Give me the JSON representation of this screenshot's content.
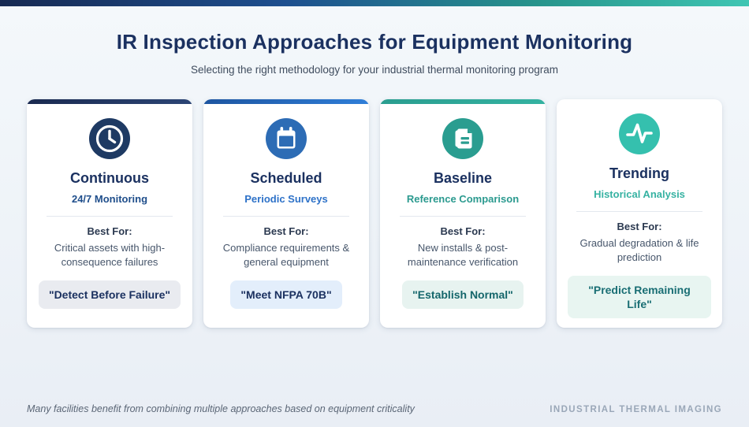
{
  "header": {
    "title": "IR Inspection Approaches for Equipment Monitoring",
    "subtitle": "Selecting the right methodology for your industrial thermal monitoring program"
  },
  "cards": [
    {
      "icon": "clock-icon",
      "title": "Continuous",
      "subtitle": "24/7 Monitoring",
      "best_for_label": "Best For:",
      "best_for": "Critical assets with high-consequence failures",
      "tagline": "\"Detect Before Failure\"",
      "colors": {
        "accent_from": "#1a2a50",
        "accent_to": "#2c4575",
        "icon_bg": "#1e3a63",
        "subtitle": "#1f4e8b",
        "tagline_bg": "#e9ebf0",
        "tagline_text": "#1b3160"
      }
    },
    {
      "icon": "calendar-icon",
      "title": "Scheduled",
      "subtitle": "Periodic Surveys",
      "best_for_label": "Best For:",
      "best_for": "Compliance requirements & general equipment",
      "tagline": "\"Meet NFPA 70B\"",
      "colors": {
        "accent_from": "#1d55a0",
        "accent_to": "#2f7ed8",
        "icon_bg": "#2d6cb5",
        "subtitle": "#2e72c8",
        "tagline_bg": "#e3eefb",
        "tagline_text": "#1b3160"
      }
    },
    {
      "icon": "document-icon",
      "title": "Baseline",
      "subtitle": "Reference Comparison",
      "best_for_label": "Best For:",
      "best_for": "New installs & post-maintenance verification",
      "tagline": "\"Establish Normal\"",
      "colors": {
        "accent_from": "#2a9d8f",
        "accent_to": "#34b2a1",
        "icon_bg": "#2a9d90",
        "subtitle": "#2b9a8f",
        "tagline_bg": "#e7f3f0",
        "tagline_text": "#14666b"
      }
    },
    {
      "icon": "pulse-icon",
      "title": "Trending",
      "subtitle": "Historical Analysis",
      "best_for_label": "Best For:",
      "best_for": "Gradual degradation & life prediction",
      "tagline": "\"Predict Remaining Life\"",
      "colors": {
        "accent_from": "#35bfae",
        "accent_to": "#45ccba",
        "icon_bg": "#35c0ae",
        "subtitle": "#36b2a2",
        "tagline_bg": "#e8f5f1",
        "tagline_text": "#196e74"
      }
    }
  ],
  "footer": {
    "note": "Many facilities benefit from combining multiple approaches based on equipment criticality",
    "brand": "INDUSTRIAL THERMAL IMAGING"
  }
}
